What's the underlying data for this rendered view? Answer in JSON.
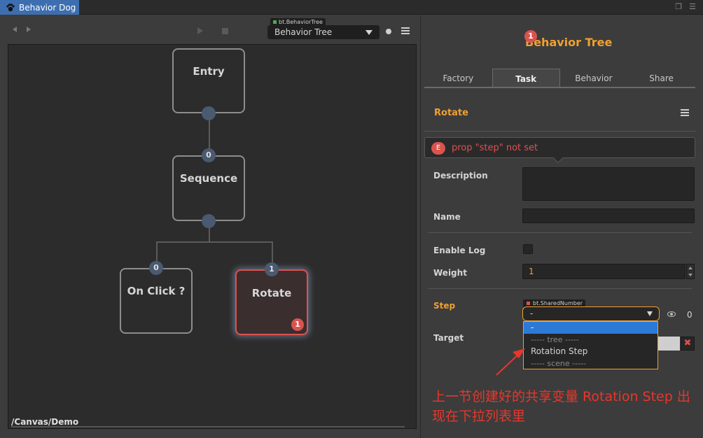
{
  "window": {
    "tab_title": "Behavior Dog"
  },
  "toolbar": {
    "tree_tag": "bt.BehaviorTree",
    "tree_select_value": "Behavior Tree"
  },
  "canvas": {
    "path": "/Canvas/Demo",
    "nodes": {
      "entry": {
        "label": "Entry"
      },
      "sequence": {
        "label": "Sequence",
        "port_index": "0"
      },
      "onclick": {
        "label": "On Click ?",
        "port_index": "0"
      },
      "rotate": {
        "label": "Rotate",
        "port_index": "1",
        "error_count": "1"
      }
    }
  },
  "panel": {
    "title": "Behavior Tree",
    "title_badge": "1",
    "tabs": [
      {
        "label": "Factory"
      },
      {
        "label": "Task"
      },
      {
        "label": "Behavior"
      },
      {
        "label": "Share"
      }
    ],
    "active_tab": "Task",
    "section_title": "Rotate",
    "error": {
      "icon": "E",
      "message": "prop \"step\" not set"
    },
    "fields": {
      "description": {
        "label": "Description",
        "value": ""
      },
      "name": {
        "label": "Name",
        "value": ""
      },
      "enable_log": {
        "label": "Enable Log",
        "checked": false
      },
      "weight": {
        "label": "Weight",
        "value": "1"
      },
      "step": {
        "label": "Step",
        "type_tag": "bt.SharedNumber",
        "value": "-",
        "count": "0",
        "options": [
          {
            "label": "-",
            "kind": "option",
            "selected": true
          },
          {
            "label": "----- tree -----",
            "kind": "group"
          },
          {
            "label": "Rotation Step",
            "kind": "option"
          },
          {
            "label": "----- scene -----",
            "kind": "group"
          }
        ]
      },
      "target": {
        "label": "Target",
        "clear_label": "✖"
      }
    }
  },
  "annotation": {
    "text": "上一节创建好的共享变量 Rotation Step 出现在下拉列表里",
    "color": "#e8362c"
  },
  "colors": {
    "accent": "#f0a030",
    "error": "#d9534f",
    "selection": "#2d7ad6",
    "tab_blue": "#3d6fb0"
  }
}
